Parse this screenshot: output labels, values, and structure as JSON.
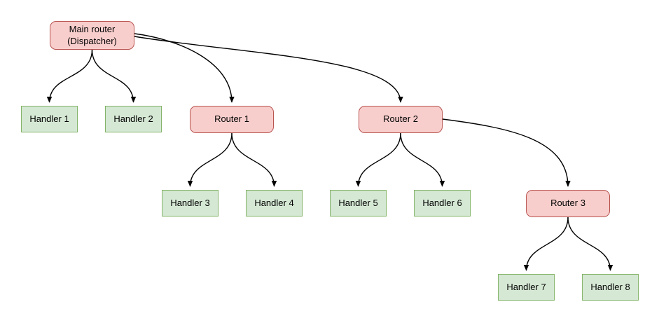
{
  "diagram": {
    "nodes": [
      {
        "id": "main-router",
        "label": "Main router\n(Dispatcher)",
        "kind": "router"
      },
      {
        "id": "handler-1",
        "label": "Handler 1",
        "kind": "handler"
      },
      {
        "id": "handler-2",
        "label": "Handler 2",
        "kind": "handler"
      },
      {
        "id": "router-1",
        "label": "Router 1",
        "kind": "router"
      },
      {
        "id": "router-2",
        "label": "Router 2",
        "kind": "router"
      },
      {
        "id": "handler-3",
        "label": "Handler 3",
        "kind": "handler"
      },
      {
        "id": "handler-4",
        "label": "Handler 4",
        "kind": "handler"
      },
      {
        "id": "handler-5",
        "label": "Handler 5",
        "kind": "handler"
      },
      {
        "id": "handler-6",
        "label": "Handler 6",
        "kind": "handler"
      },
      {
        "id": "router-3",
        "label": "Router 3",
        "kind": "router"
      },
      {
        "id": "handler-7",
        "label": "Handler 7",
        "kind": "handler"
      },
      {
        "id": "handler-8",
        "label": "Handler 8",
        "kind": "handler"
      }
    ],
    "edges": [
      {
        "from": "main-router",
        "to": "handler-1"
      },
      {
        "from": "main-router",
        "to": "handler-2"
      },
      {
        "from": "main-router",
        "to": "router-1"
      },
      {
        "from": "main-router",
        "to": "router-2"
      },
      {
        "from": "router-1",
        "to": "handler-3"
      },
      {
        "from": "router-1",
        "to": "handler-4"
      },
      {
        "from": "router-2",
        "to": "handler-5"
      },
      {
        "from": "router-2",
        "to": "handler-6"
      },
      {
        "from": "router-2",
        "to": "router-3"
      },
      {
        "from": "router-3",
        "to": "handler-7"
      },
      {
        "from": "router-3",
        "to": "handler-8"
      }
    ],
    "colors": {
      "router_fill": "#f8cecc",
      "router_border": "#b85450",
      "handler_fill": "#d5e8d4",
      "handler_border": "#82b366",
      "edge": "#000000",
      "background": "#ffffff"
    }
  }
}
